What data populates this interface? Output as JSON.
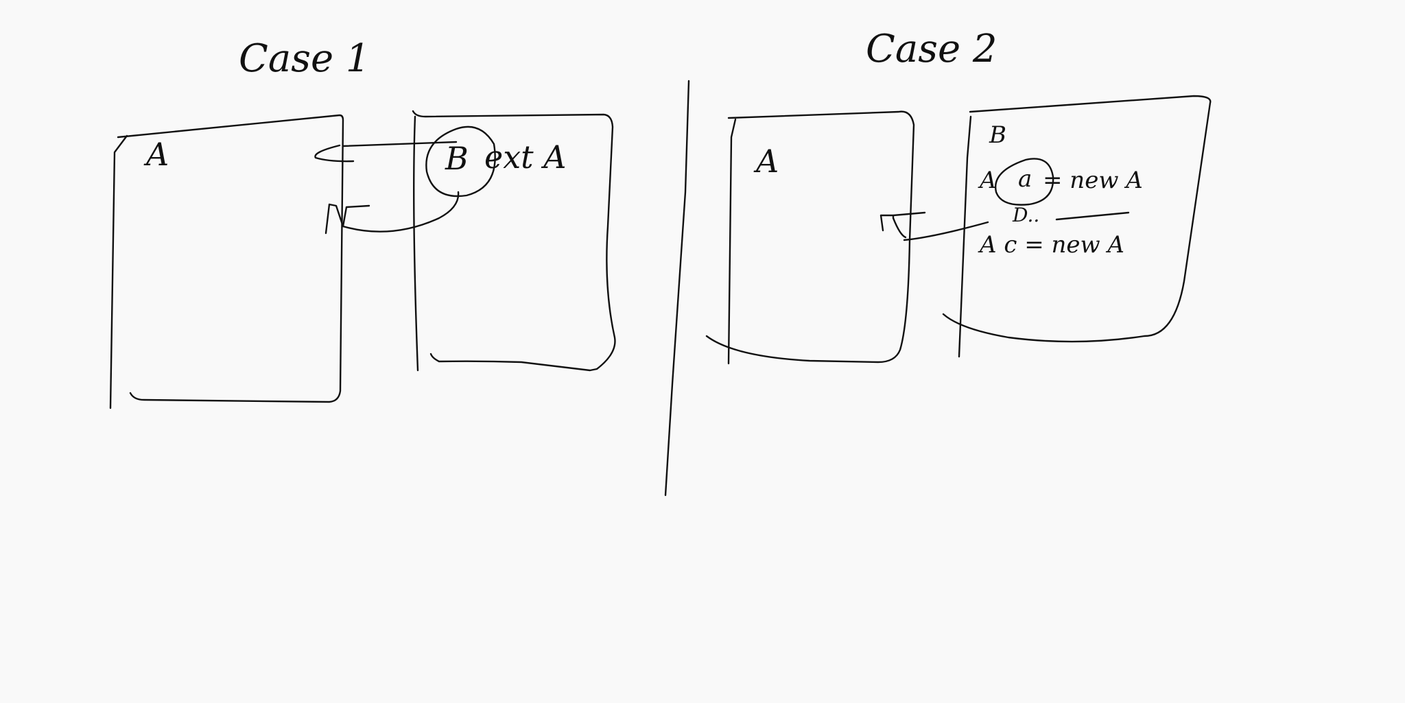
{
  "case1": {
    "title": "Case 1",
    "box_a_label": "A",
    "box_b": {
      "circled_letter": "B",
      "text": "ext A"
    }
  },
  "case2": {
    "title": "Case 2",
    "box_a_label": "A",
    "box_b": {
      "letter": "B",
      "line1_class": "A",
      "line1_var": "a",
      "line1_rest": "= new A",
      "dots": "D..",
      "line2": "A c = new A"
    }
  }
}
